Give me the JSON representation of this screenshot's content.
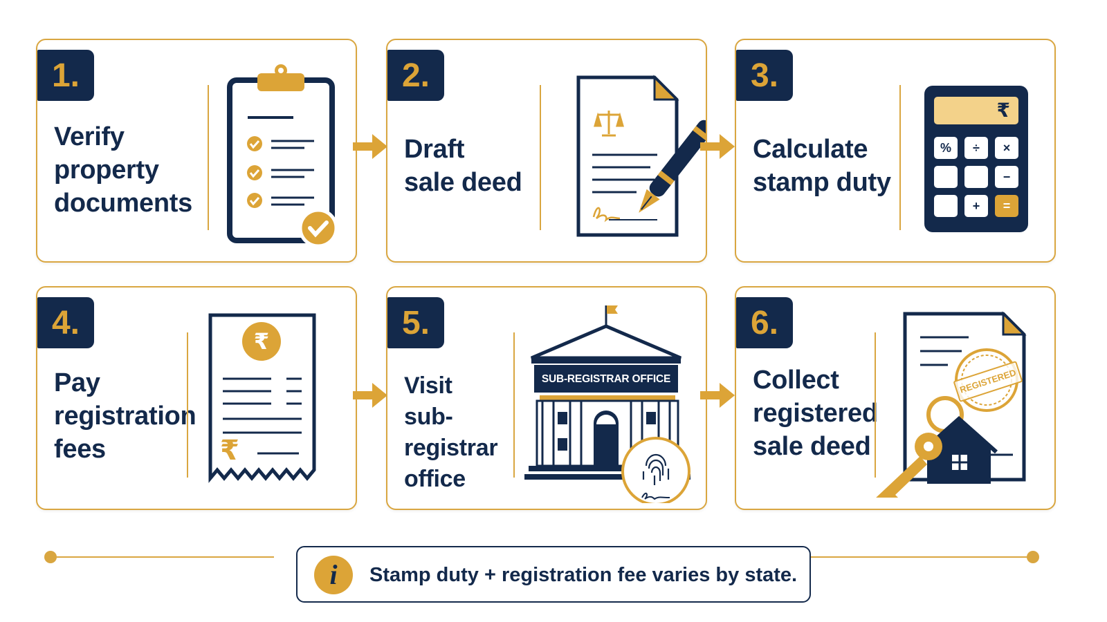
{
  "colors": {
    "navy": "#13294b",
    "gold": "#dca437",
    "border": "#d9a640"
  },
  "steps": [
    {
      "number": "1.",
      "title": [
        "Verify",
        "property",
        "documents"
      ],
      "icon": "clipboard-checklist-icon"
    },
    {
      "number": "2.",
      "title": [
        "Draft",
        "sale deed"
      ],
      "icon": "document-pen-icon"
    },
    {
      "number": "3.",
      "title": [
        "Calculate",
        "stamp duty"
      ],
      "icon": "calculator-icon",
      "calculator": {
        "display": "₹",
        "keys": [
          "%",
          "÷",
          "×",
          "",
          "",
          "−",
          "",
          "+",
          "="
        ]
      }
    },
    {
      "number": "4.",
      "title": [
        "Pay",
        "registration",
        "fees"
      ],
      "icon": "rupee-receipt-icon",
      "receipt": {
        "top_symbol": "₹",
        "bottom_symbol": "₹"
      }
    },
    {
      "number": "5.",
      "title": [
        "Visit",
        "sub-registrar",
        "office"
      ],
      "icon": "office-building-icon",
      "building_sign": "SUB-REGISTRAR OFFICE"
    },
    {
      "number": "6.",
      "title": [
        "Collect",
        "registered",
        "sale deed"
      ],
      "icon": "registered-deed-key-icon",
      "stamp_text": "REGISTERED"
    }
  ],
  "note": {
    "icon": "info-icon",
    "icon_glyph": "i",
    "text": "Stamp duty + registration fee varies by state."
  }
}
